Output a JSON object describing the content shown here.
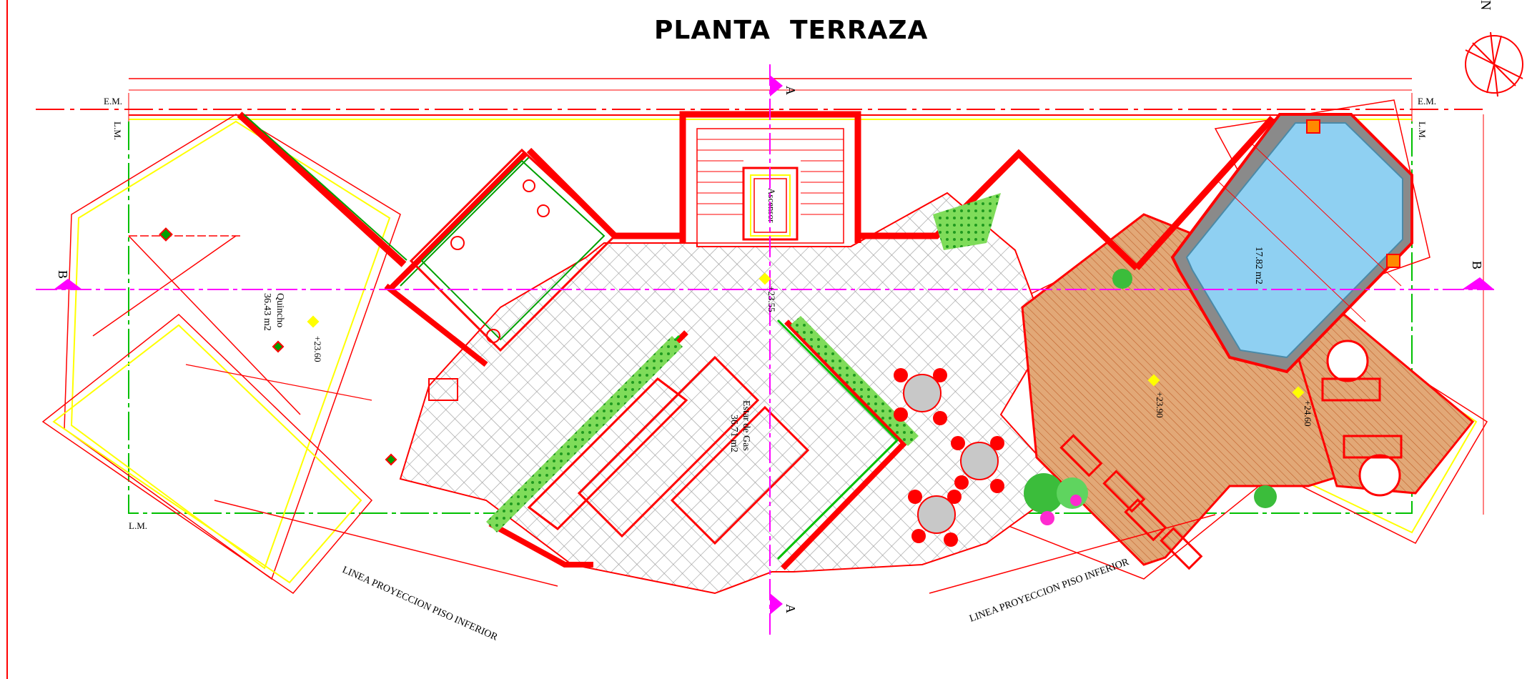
{
  "plan": {
    "title": "PLANTA  TERRAZA",
    "north_label": "N",
    "section_a": "A",
    "section_b": "B",
    "em_label": "E.M.",
    "lm_label": "L.M.",
    "projection_label": "LINEA PROYECCION PISO INFERIOR",
    "rooms": {
      "quincho": "Quincho",
      "quincho_area": "36.43 m2",
      "quincho_level": "+23.60",
      "ascensor": "Ascensor",
      "estar": "Estar de Gas",
      "estar_area": "36.71 m2",
      "level_center": "+23.55",
      "level_deck": "+23.90",
      "level_right": "+24.60",
      "pool_area": "17.82 m2"
    }
  },
  "colors": {
    "wall": "#ff0000",
    "axis": "#ff00ff",
    "boundary": "#00c000",
    "outline": "#ffff00",
    "pool": "#8fd0f2",
    "deck": "#e0a070"
  }
}
